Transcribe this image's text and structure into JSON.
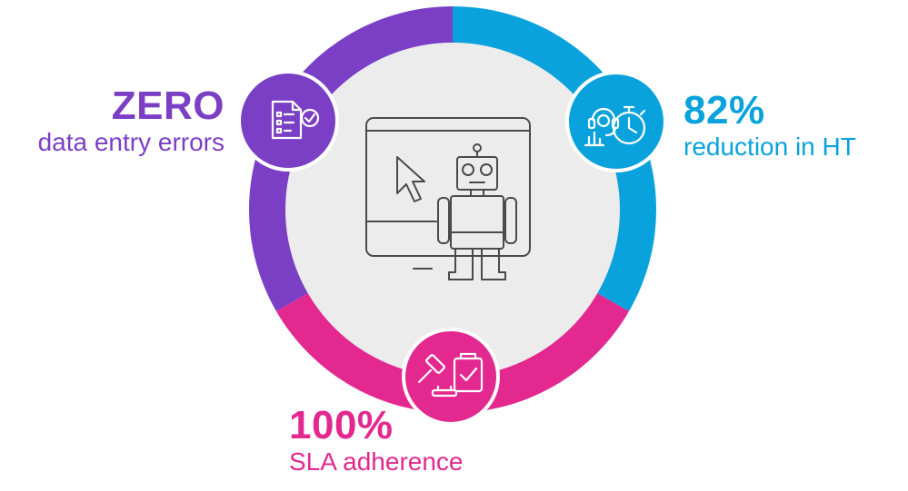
{
  "colors": {
    "purple": "#7b3fc6",
    "blue": "#0aa2dc",
    "pink": "#e3288f",
    "center_fill": "#ececec",
    "icon_stroke": "#4a4a4a"
  },
  "stats": {
    "left": {
      "value": "ZERO",
      "caption": "data entry errors",
      "icon": "checklist-document-icon"
    },
    "right": {
      "value": "82%",
      "caption": "reduction in HT",
      "icon": "headset-stopwatch-icon"
    },
    "bottom": {
      "value": "100%",
      "caption": "SLA adherence",
      "icon": "gavel-clipboard-icon"
    }
  },
  "center_icon": "robot-computer-icon"
}
